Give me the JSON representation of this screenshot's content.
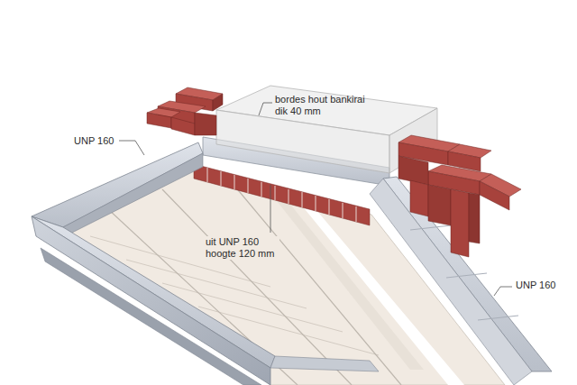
{
  "diagram": {
    "labels": [
      "UNP 160",
      "bordes hout bankirai dik 40 mm",
      "uit UNP 160 hoogte 120 mm",
      "UNP 160"
    ]
  }
}
